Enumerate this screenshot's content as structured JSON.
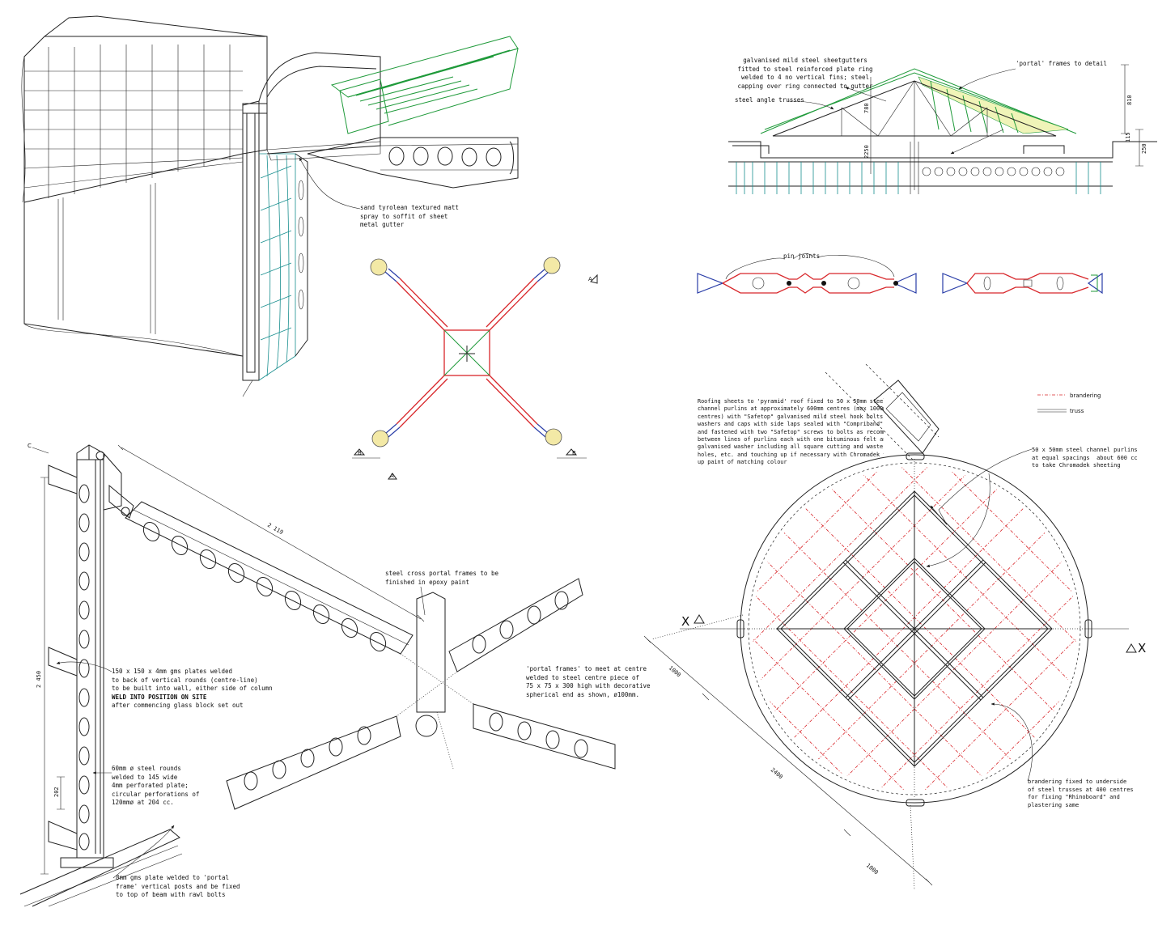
{
  "annotations": {
    "tyrolean": "sand tyrolean textured matt\nspray to soffit of sheet\nmetal gutter",
    "gutter": "galvanised mild steel sheetgutters\nfitted to steel reinforced plate ring\nwelded to 4 no vertical fins; steel\ncapping over ring connected to gutter",
    "portal_detail": "'portal' frames to detail",
    "angle_trusses": "steel angle trusses",
    "pin_joints": "pin joints",
    "roofing_sheets": "Roofing sheets to 'pyramid' roof fixed to 50 x 50mm steel\nchannel purlins at approximately 600mm centres (max 1000mm\ncentres) with \"Safetop\" galvanised mild steel hook bolts with\nwashers and caps with side laps sealed with \"Compriband\" strip\nand fastened with two \"Safetop\" screws to bolts as recommended\nbetween lines of purlins each with one bituminous felt and one\ngalvanised washer including all square cutting and waste drilling\nholes, etc. and touching up if necessary with Chromadek touch\nup paint of matching colour",
    "purlins": "50 x 50mm steel channel purlins\nat equal spacings  about 600 cc\nto take Chromadek sheeting",
    "brandering_fix": "brandering fixed to underside\nof steel trusses at 400 centres\nfor fixing \"Rhinoboard\" and\nplastering same",
    "cross_portal": "steel cross portal frames to be\nfinished in epoxy paint",
    "plates_150": "150 x 150 x 4mm gms plates welded\nto back of vertical rounds (centre-line)\nto be built into wall, either side of column",
    "weld_site": "WELD INTO POSITION ON SITE",
    "after_glass": "after commencing glass block set out",
    "portal_meet": "'portal frames' to meet at centre\nwelded to steel centre piece of\n75 x 75 x 300 high with decorative\nspherical end as shown, ø100mm.",
    "rounds_60": "60mm ø steel rounds\nwelded to 145 wide\n4mm perforated plate;\ncircular perforations of\n120mmø at 204 cc.",
    "plate_8mm": "8mm gms plate welded to 'portal\nframe' vertical posts and be fixed\nto top of beam with rawl bolts"
  },
  "legend": {
    "brandering": "brandering",
    "truss": "truss"
  },
  "dimensions": {
    "d2119": "2 119",
    "d2450": "2 450",
    "d202": "202",
    "d1000a": "1000",
    "d2400": "2400",
    "d1000b": "1000",
    "d780": "780",
    "d2250": "2250",
    "d810": "810",
    "d115": "115",
    "d250": "250"
  },
  "section_marks": {
    "x_left": "X",
    "x_right": "X",
    "a": "A",
    "b": "B",
    "cl": "C"
  },
  "colors": {
    "red": "#d8262a",
    "green": "#1f9a3a",
    "blue": "#2a3ea8",
    "teal": "#1a8f8f",
    "yellow": "#f3e9a6"
  }
}
